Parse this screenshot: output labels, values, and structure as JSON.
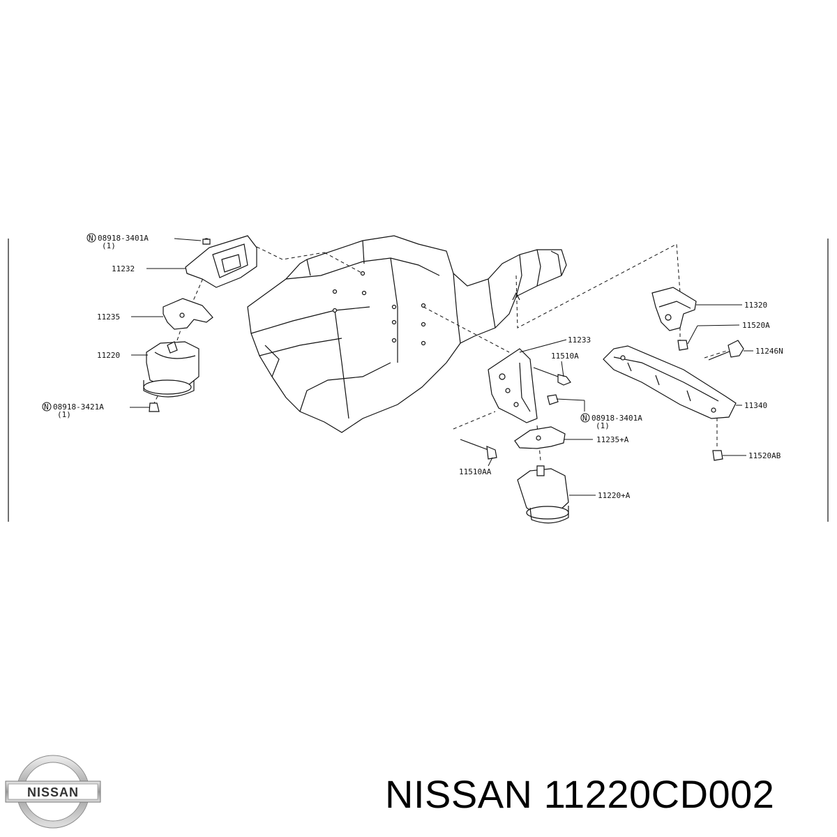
{
  "callouts": [
    {
      "id": "n1",
      "text": "08918-3401A"
    },
    {
      "id": "n1q",
      "text": "(1)"
    },
    {
      "id": "p11232",
      "text": "11232"
    },
    {
      "id": "p11235",
      "text": "11235"
    },
    {
      "id": "p11220",
      "text": "11220"
    },
    {
      "id": "n2",
      "text": "08918-3421A"
    },
    {
      "id": "n2q",
      "text": "(1)"
    },
    {
      "id": "p11233",
      "text": "11233"
    },
    {
      "id": "p11510A",
      "text": "11510A"
    },
    {
      "id": "n3",
      "text": "08918-3401A"
    },
    {
      "id": "n3q",
      "text": "(1)"
    },
    {
      "id": "p11235A",
      "text": "11235+A"
    },
    {
      "id": "p11510AA",
      "text": "11510AA"
    },
    {
      "id": "p11220A",
      "text": "11220+A"
    },
    {
      "id": "p11320",
      "text": "11320"
    },
    {
      "id": "p11520A",
      "text": "11520A"
    },
    {
      "id": "p11246N",
      "text": "11246N"
    },
    {
      "id": "p11340",
      "text": "11340"
    },
    {
      "id": "p11520AB",
      "text": "11520AB"
    }
  ],
  "nut_symbol": "N",
  "logo": {
    "text": "NISSAN"
  },
  "caption": {
    "brand": "NISSAN",
    "part_number": "11220CD002"
  }
}
